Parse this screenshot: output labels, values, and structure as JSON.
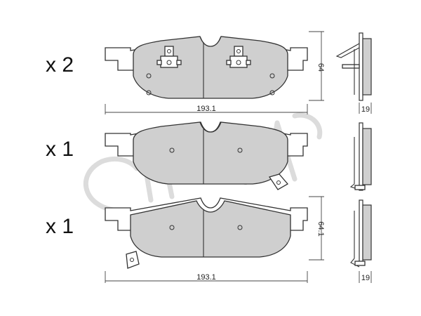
{
  "rows": [
    {
      "quantity": "x 2",
      "width_label": "193.1",
      "height_label": "64",
      "thickness_label": "19"
    },
    {
      "quantity": "x 1"
    },
    {
      "quantity": "x 1",
      "width_label": "193.1",
      "height_label": "64.1",
      "thickness_label": "19"
    }
  ],
  "watermark": {
    "brand": "CIFAM"
  },
  "colors": {
    "friction_material": "#cfcfcf",
    "backing_plate": "#ffffff",
    "outline": "#333333"
  }
}
